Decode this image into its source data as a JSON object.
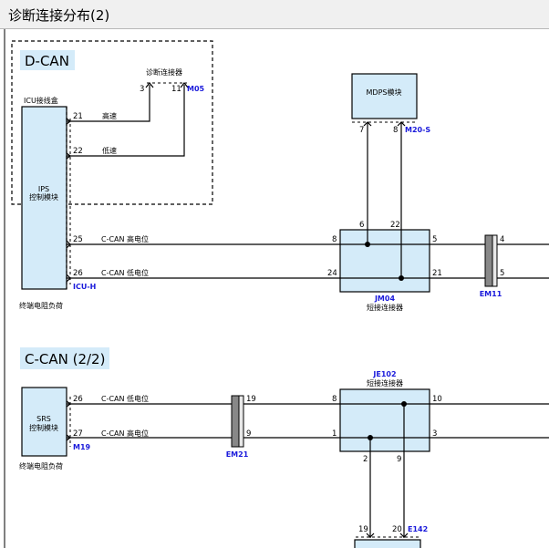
{
  "page_title": "诊断连接分布(2)",
  "colors": {
    "module_fill": "#d4ebf9",
    "section_label_bg": "#d4ebf9",
    "connector_id": "#1a1adb",
    "titlebar_bg": "#f0f0f0"
  },
  "dcan": {
    "section_label": "D-CAN",
    "icu_box_label": "ICU接线盒",
    "ips_module_line1": "IPS",
    "ips_module_line2": "控制模块",
    "terminal_resistor_note": "终端电阻负荷",
    "diag_connector_label": "诊断连接器",
    "diag_pin_3": "3",
    "diag_pin_11": "11",
    "diag_connector_id": "M05",
    "ips_pin_21": "21",
    "ips_pin_22": "22",
    "ips_pin_25": "25",
    "ips_pin_26": "26",
    "wire_21_label": "高速",
    "wire_22_label": "低速",
    "wire_25_label": "C-CAN 高电位",
    "wire_26_label": "C-CAN 低电位",
    "icu_connector_id": "ICU-H",
    "mdps_module": "MDPS模块",
    "mdps_pin_7": "7",
    "mdps_pin_8": "8",
    "mdps_connector_id": "M20-S",
    "jm04_pin_6": "6",
    "jm04_pin_22": "22",
    "jm04_pin_8": "8",
    "jm04_pin_24": "24",
    "jm04_pin_5": "5",
    "jm04_pin_21": "21",
    "jm04_id": "JM04",
    "jm04_desc": "短接连接器",
    "em11_pin_4": "4",
    "em11_pin_5": "5",
    "em11_id": "EM11"
  },
  "ccan": {
    "section_label": "C-CAN (2/2)",
    "srs_module_line1": "SRS",
    "srs_module_line2": "控制模块",
    "terminal_resistor_note": "终端电阻负荷",
    "srs_pin_26": "26",
    "srs_pin_27": "27",
    "wire_26_label": "C-CAN 低电位",
    "wire_27_label": "C-CAN 高电位",
    "srs_connector_id": "M19",
    "em21_pin_19": "19",
    "em21_pin_9": "9",
    "em21_id": "EM21",
    "je102_id": "JE102",
    "je102_desc": "短接连接器",
    "je102_pin_8": "8",
    "je102_pin_1": "1",
    "je102_pin_10": "10",
    "je102_pin_3": "3",
    "je102_pin_2": "2",
    "je102_pin_9": "9",
    "e142_pin_19": "19",
    "e142_pin_20": "20",
    "e142_id": "E142"
  }
}
